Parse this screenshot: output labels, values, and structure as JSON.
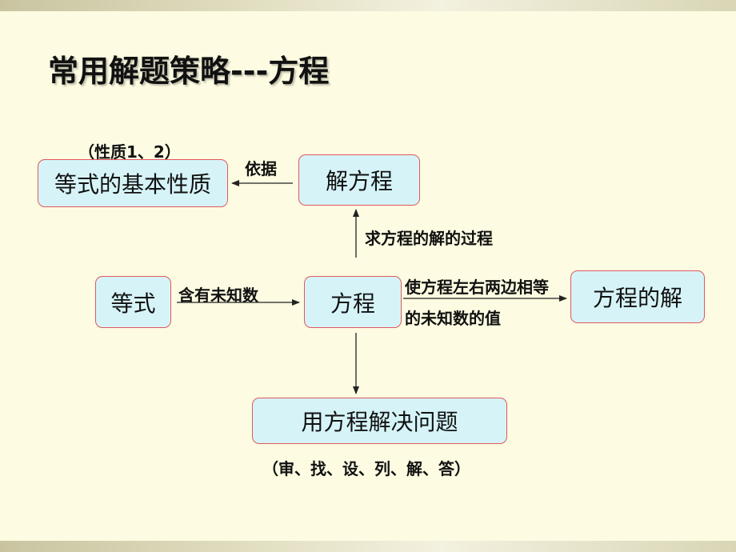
{
  "title": "常用解题策略---方程",
  "nodes": {
    "properties": "等式的基本性质",
    "solve": "解方程",
    "equality": "等式",
    "equation": "方程",
    "solution": "方程的解",
    "application": "用方程解决问题"
  },
  "labels": {
    "properties_note": "（性质1、2）",
    "basis": "依据",
    "solve_process": "求方程的解的过程",
    "contains_unknown": "含有未知数",
    "solution_def_line1": "使方程左右两边相等",
    "solution_def_line2": "的未知数的值",
    "application_steps": "（审、找、设、列、解、答）"
  },
  "colors": {
    "box_fill": "#d6f4f8",
    "box_border": "#e0585c",
    "background": "#fdfbe1"
  }
}
